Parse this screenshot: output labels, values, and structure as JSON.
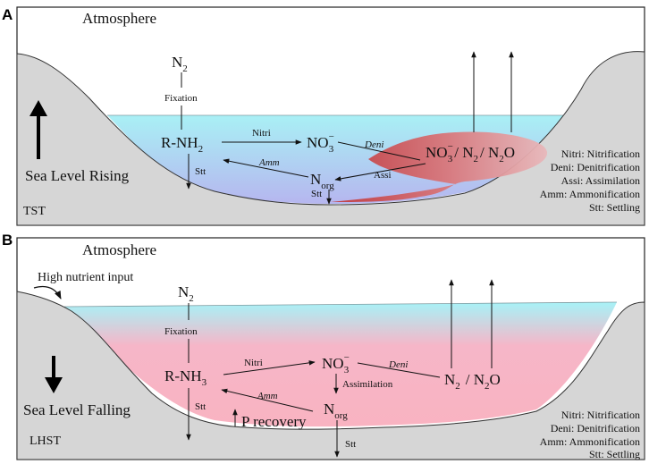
{
  "panelA": {
    "letter": "A",
    "atmosphere": "Atmosphere",
    "n2": "N",
    "n2_sub": "2",
    "fixation": "Fixation",
    "rnh": "R-NH",
    "rnh_sub": "2",
    "nitri": "Nitri",
    "no3": "NO",
    "no3_sup": "−",
    "no3_sub": "3",
    "deni": "Deni",
    "product_no": "NO",
    "product_no_sup": "−",
    "product_no_sub": "3",
    "product_n2": "/ N",
    "product_n2_sub": "2",
    "product_n2o": "/ N",
    "product_n2o_sub": "2",
    "product_o": "O",
    "amm": "Amm",
    "assi": "Assi",
    "norg": "N",
    "norg_sub": "org",
    "stt_left": "Stt",
    "stt_bottom": "Stt",
    "sea_level": "Sea Level Rising",
    "systems_tract": "TST",
    "legend": [
      "Nitri: Nitrification",
      "Deni: Denitrification",
      "Assi: Assimilation",
      "Amm: Ammonification",
      "Stt: Settling"
    ]
  },
  "panelB": {
    "letter": "B",
    "atmosphere": "Atmosphere",
    "nutrient": "High nutrient input",
    "n2": "N",
    "n2_sub": "2",
    "fixation": "Fixation",
    "rnh": "R-NH",
    "rnh_sub": "3",
    "nitri": "Nitri",
    "no3": "NO",
    "no3_sup": "−",
    "no3_sub": "3",
    "deni": "Deni",
    "product_n2": "N",
    "product_n2_sub": "2",
    "product_n2o": "/ N",
    "product_n2o_sub": "2",
    "product_o": "O",
    "assimilation": "Assimilation",
    "amm": "Amm",
    "norg": "N",
    "norg_sub": "org",
    "p_recovery": "P recovery",
    "stt_left": "Stt",
    "stt_bottom": "Stt",
    "sea_level": "Sea Level Falling",
    "systems_tract": "LHST",
    "legend": [
      "Nitri: Nitrification",
      "Deni: Denitrification",
      "Amm: Ammonification",
      "Stt: Settling"
    ]
  },
  "colors": {
    "terrain": "#d6d6d6",
    "terrain_stroke": "#333333",
    "water_top": "#a6f1f6",
    "water_bottom_a": "#b4b8ee",
    "water_bottom_b": "#f8b3c3",
    "plume": "#c0363a",
    "border": "#222222"
  }
}
